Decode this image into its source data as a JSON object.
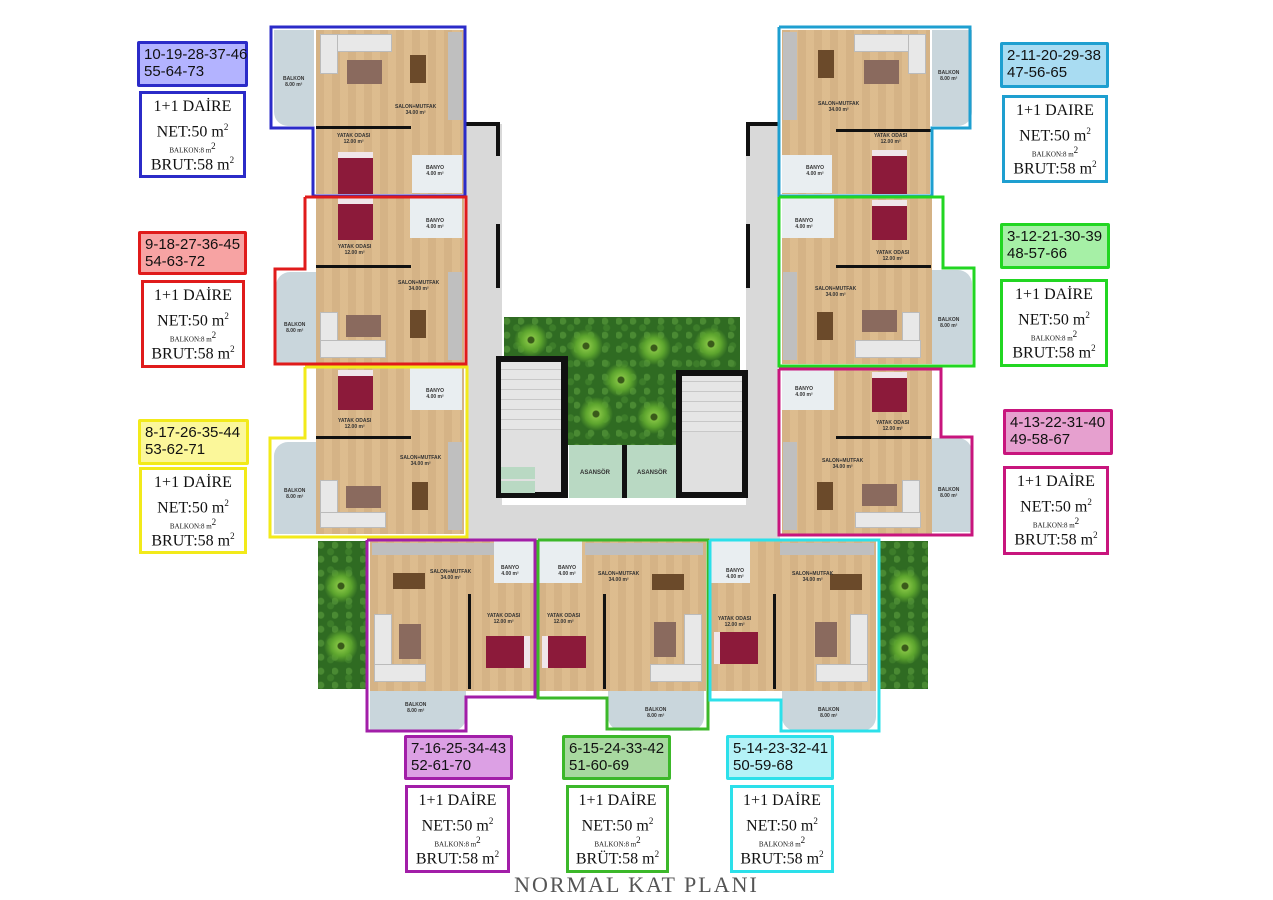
{
  "title": "NORMAL KAT PLANI",
  "rooms": {
    "salon": "SALON+MUTFAK",
    "salon_area": "34.00 m²",
    "yatak": "YATAK ODASI",
    "yatak_area": "12.00 m²",
    "banyo": "BANYO",
    "banyo_area": "4.00 m²",
    "balkon": "BALKON",
    "balkon_area": "8.00 m²",
    "asansor": "ASANSÖR"
  },
  "units": [
    {
      "id": "unit-a",
      "color": "#2b2bc8",
      "tag_bg": "#b3b3ff",
      "numbers_line1": "10-19-28-37-46",
      "numbers_line2": "55-64-73",
      "type": "1+1 DAİRE",
      "net": "NET:50 m",
      "balkon": "BALKON:8 m",
      "brut": "BRUT:58 m",
      "sup": "2"
    },
    {
      "id": "unit-b",
      "color": "#1e9fd0",
      "tag_bg": "#a9dcf2",
      "numbers_line1": "2-11-20-29-38",
      "numbers_line2": "47-56-65",
      "type": "1+1 DAIRE",
      "net": "NET:50 m",
      "balkon": "BALKON:8 m",
      "brut": "BRUT:58 m",
      "sup": "2"
    },
    {
      "id": "unit-c",
      "color": "#e01b1b",
      "tag_bg": "#f7a3a3",
      "numbers_line1": "9-18-27-36-45",
      "numbers_line2": "54-63-72",
      "type": "1+1 DAİRE",
      "net": "NET:50 m",
      "balkon": "BALKON:8 m",
      "brut": "BRUT:58 m",
      "sup": "2"
    },
    {
      "id": "unit-d",
      "color": "#22d622",
      "tag_bg": "#a6f0a6",
      "numbers_line1": "3-12-21-30-39",
      "numbers_line2": "48-57-66",
      "type": "1+1 DAİRE",
      "net": "NET:50 m",
      "balkon": "BALKON:8 m",
      "brut": "BRUT:58 m",
      "sup": "2"
    },
    {
      "id": "unit-e",
      "color": "#f2ea1a",
      "tag_bg": "#fbf79a",
      "numbers_line1": "8-17-26-35-44",
      "numbers_line2": "53-62-71",
      "type": "1+1 DAİRE",
      "net": "NET:50 m",
      "balkon": "BALKON:8 m",
      "brut": "BRUT:58 m",
      "sup": "2"
    },
    {
      "id": "unit-f",
      "color": "#c8157d",
      "tag_bg": "#e6a0cf",
      "numbers_line1": "4-13-22-31-40",
      "numbers_line2": "49-58-67",
      "type": "1+1 DAİRE",
      "net": "NET:50 m",
      "balkon": "BALKON:8 m",
      "brut": "BRUT:58 m",
      "sup": "2"
    },
    {
      "id": "unit-g",
      "color": "#a21ea8",
      "tag_bg": "#dca0e4",
      "numbers_line1": "7-16-25-34-43",
      "numbers_line2": "52-61-70",
      "type": "1+1 DAİRE",
      "net": "NET:50 m",
      "balkon": "BALKON:8 m",
      "brut": "BRUT:58 m",
      "sup": "2"
    },
    {
      "id": "unit-h",
      "color": "#3cb82a",
      "tag_bg": "#a8d9a0",
      "numbers_line1": "6-15-24-33-42",
      "numbers_line2": "51-60-69",
      "type": "1+1 DAİRE",
      "net": "NET:50 m",
      "balkon": "BALKON:8 m",
      "brut": "BRÜT:58 m",
      "sup": "2"
    },
    {
      "id": "unit-i",
      "color": "#2ce0ea",
      "tag_bg": "#b4f2f7",
      "numbers_line1": "5-14-23-32-41",
      "numbers_line2": "50-59-68",
      "type": "1+1 DAİRE",
      "net": "NET:50 m",
      "balkon": "BALKON:8 m",
      "brut": "BRUT:58 m",
      "sup": "2"
    }
  ]
}
